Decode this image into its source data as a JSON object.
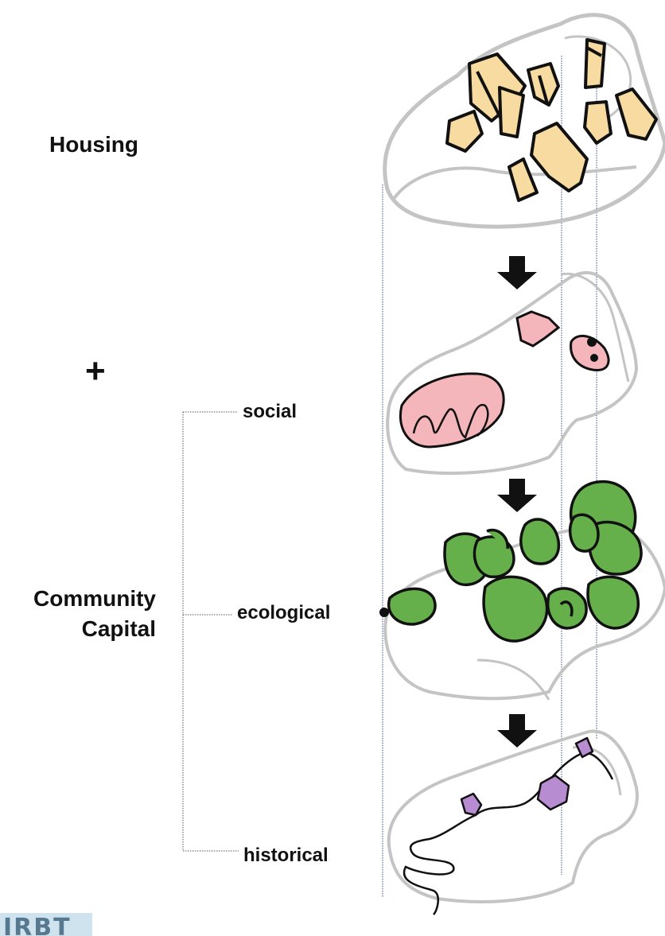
{
  "labels": {
    "housing": "Housing",
    "plus": "+",
    "community_line1": "Community",
    "community_line2": "Capital",
    "social": "social",
    "ecological": "ecological",
    "historical": "historical"
  },
  "logo_text": "IRBT",
  "colors": {
    "housing_fill": "#f7dba0",
    "social_fill": "#f5b6bb",
    "ecological_fill": "#66b04c",
    "historical_fill": "#b88cd0",
    "outline_gray": "#c4c4c4",
    "ink": "#111111",
    "guide_line": "#3a4a8a"
  },
  "layers": [
    "housing",
    "social",
    "ecological",
    "historical"
  ],
  "icons": [
    "down-arrow-icon",
    "down-arrow-icon",
    "down-arrow-icon"
  ]
}
